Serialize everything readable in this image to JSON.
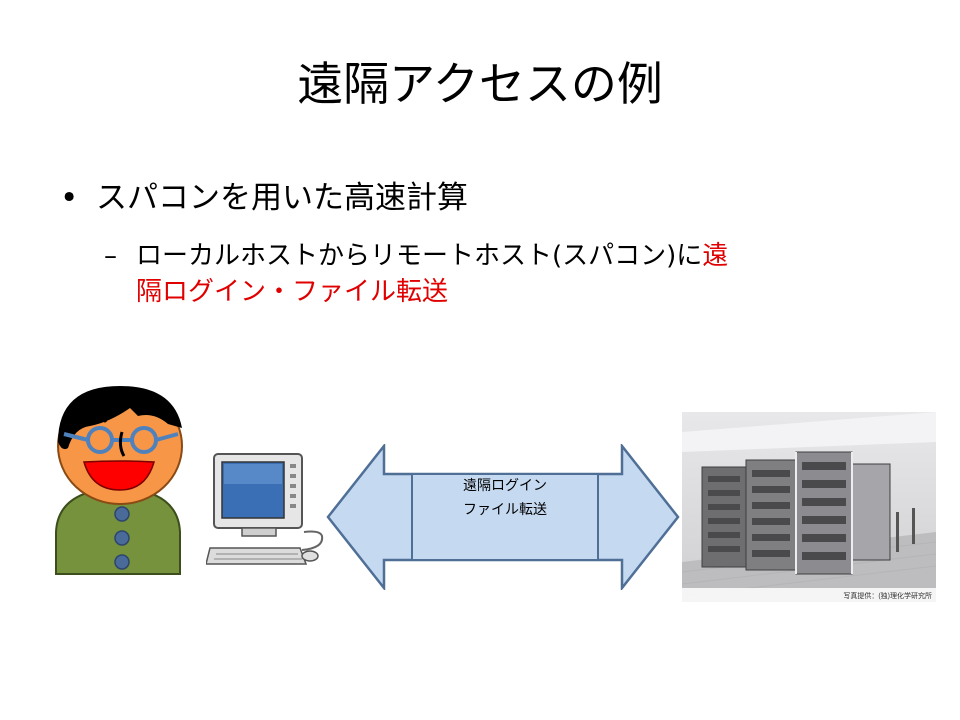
{
  "slide": {
    "title": "遠隔アクセスの例",
    "bullet1": {
      "marker": "•",
      "text": "スパコンを用いた高速計算"
    },
    "bullet2": {
      "marker": "–",
      "text_black": "ローカルホストからリモートホスト(スパコン)に",
      "text_red_1": "遠",
      "text_red_2": "隔ログイン・ファイル転送"
    },
    "diagram": {
      "arrow_label_line1": "遠隔ログイン",
      "arrow_label_line2": "ファイル転送",
      "arrow_fill": "#c5d9f1",
      "arrow_stroke": "#4f6f96",
      "person_icon": "person-with-glasses-icon",
      "computer_icon": "desktop-computer-icon",
      "supercomputer_image": "supercomputer-photo",
      "photo_credit": "写真提供：(独)理化学研究所"
    },
    "colors": {
      "emphasis": "#e00000"
    }
  }
}
